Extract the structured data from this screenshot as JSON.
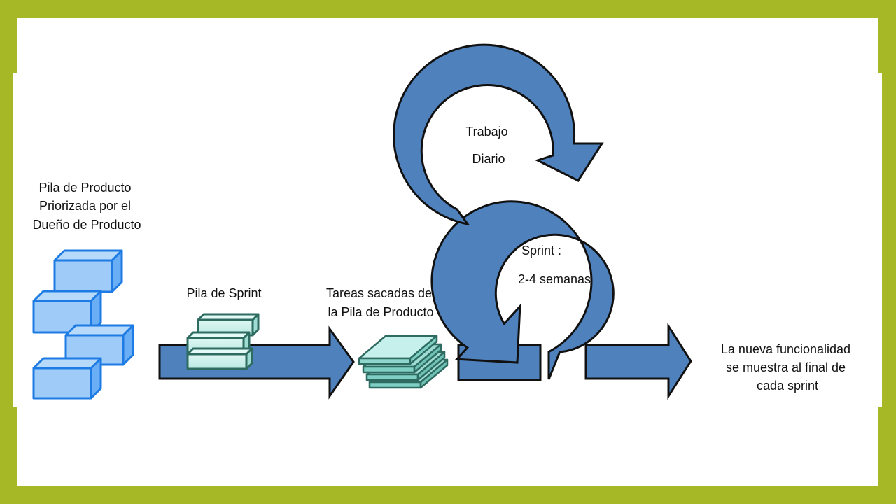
{
  "colors": {
    "outer_border": "#a6b825",
    "panel": "#ffffff",
    "arrow_fill": "#4f81bd",
    "arrow_stroke": "#111111",
    "backlog_block_fill": "#9ecbf8",
    "backlog_block_side": "#6aaef5",
    "backlog_block_stroke": "#1e7be4",
    "sprint_block_fill": "#c6f0ec",
    "sprint_block_stroke": "#2e6b60"
  },
  "labels": {
    "product_backlog": [
      "Pila de Producto",
      "Priorizada por el",
      "Dueño de Producto"
    ],
    "sprint_backlog": "Pila de Sprint",
    "tasks": [
      "Tareas sacadas de",
      "la Pila de Producto"
    ],
    "daily_work": [
      "Trabajo",
      "Diario"
    ],
    "sprint": [
      "Sprint :",
      "2-4 semanas"
    ],
    "increment": [
      "La nueva funcionalidad",
      "se muestra al final de",
      "cada sprint"
    ]
  },
  "icons": [
    "product-backlog-blocks-icon",
    "sprint-backlog-blocks-icon",
    "task-stack-icon",
    "daily-cycle-arrow-icon",
    "sprint-cycle-arrow-icon"
  ]
}
